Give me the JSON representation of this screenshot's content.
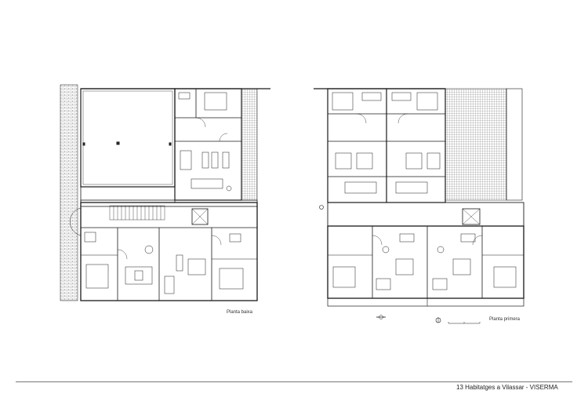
{
  "plans": {
    "ground_floor_label": "Planta baixa",
    "first_floor_label": "Planta primera"
  },
  "footer": {
    "caption": "13 Habitatges a Vilassar - VISERMA"
  },
  "colors": {
    "line": "#1a1a1a",
    "hatch": "#555555",
    "rule": "#777777"
  }
}
